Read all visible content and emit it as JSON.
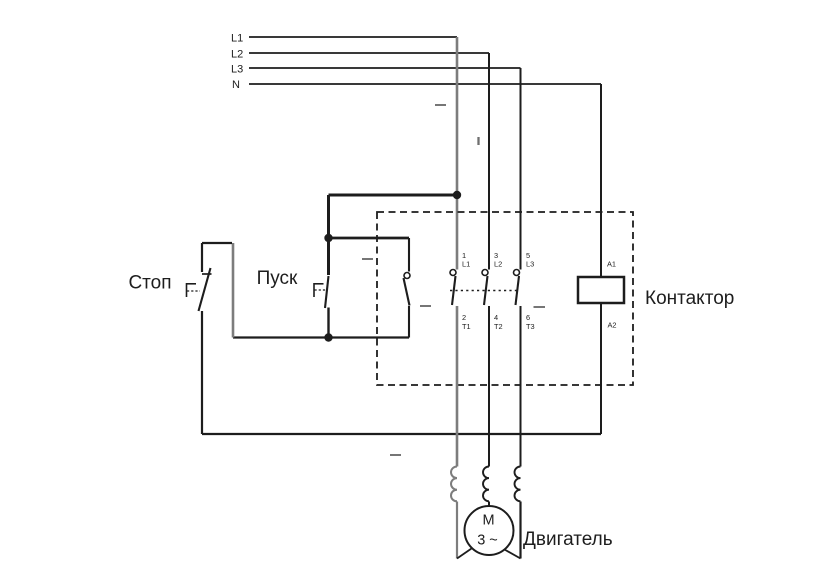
{
  "colors": {
    "line": "#1d1d1d",
    "phase_l1": "#7d7d7d",
    "text": "#1d1d1d",
    "artifact": "#6f6f6f",
    "background": "#ffffff"
  },
  "power_rails": {
    "items": [
      {
        "label": "L1"
      },
      {
        "label": "L2"
      },
      {
        "label": "L3"
      },
      {
        "label": "N"
      }
    ]
  },
  "control": {
    "stop_label": "Стоп",
    "start_label": "Пуск"
  },
  "contactor": {
    "label": "Контактор",
    "coil": {
      "top_terminal": "A1",
      "bottom_terminal": "A2"
    },
    "poles": [
      {
        "top_num": "1",
        "top_name": "L1",
        "bottom_num": "2",
        "bottom_name": "T1"
      },
      {
        "top_num": "3",
        "top_name": "L2",
        "bottom_num": "4",
        "bottom_name": "T2"
      },
      {
        "top_num": "5",
        "top_name": "L3",
        "bottom_num": "6",
        "bottom_name": "T3"
      }
    ]
  },
  "motor": {
    "label": "Двигатель",
    "letter": "M",
    "phase": "3 ~"
  }
}
